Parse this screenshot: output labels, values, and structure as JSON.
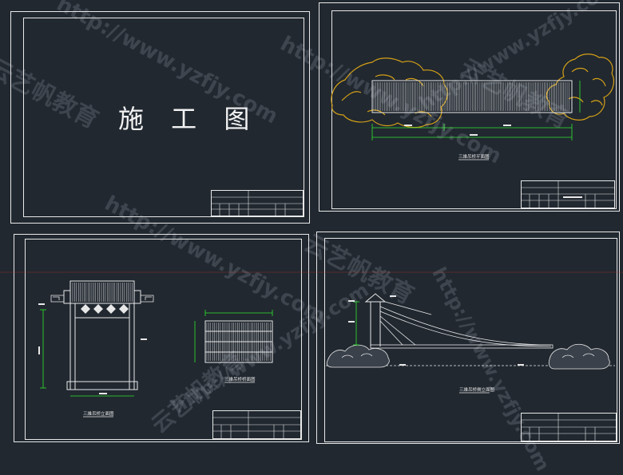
{
  "sheets": {
    "cover": {
      "title": "施 工 图"
    },
    "plan": {
      "caption": "三維吊桥平面图"
    },
    "section": {
      "caption": "三維吊桥立面图"
    },
    "deck": {
      "caption": "三維吊桥桥面图"
    },
    "elevation": {
      "caption": "三維吊桥側立面图"
    }
  },
  "watermark": {
    "url": "http://www.yzfjy.com",
    "brand": "云艺帆教育"
  },
  "colors": {
    "background": "#212830",
    "line": "#e8e8e8",
    "rock": "#d4a017",
    "dimension": "#2ee62e",
    "axis": "#c0392b"
  }
}
